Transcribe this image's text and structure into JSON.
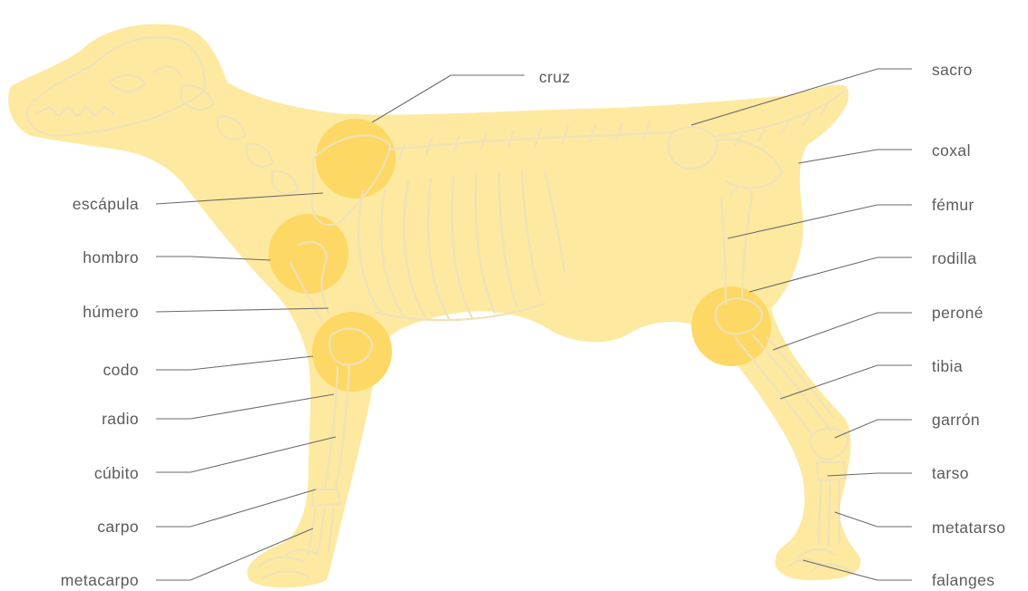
{
  "colors": {
    "silhouette": "#fde9a0",
    "joint": "#fdd864",
    "bone_outline": "#efe2b8",
    "label_text": "#5b5b5b",
    "leader_line": "#6a6a6a"
  },
  "labels": {
    "cruz": "cruz",
    "escapula": "escápula",
    "hombro": "hombro",
    "humero": "húmero",
    "codo": "codo",
    "radio": "radio",
    "cubito": "cúbito",
    "carpo": "carpo",
    "metacarpo": "metacarpo",
    "sacro": "sacro",
    "coxal": "coxal",
    "femur": "fémur",
    "rodilla": "rodilla",
    "perone": "peroné",
    "tibia": "tibia",
    "garron": "garrón",
    "tarso": "tarso",
    "metatarso": "metatarso",
    "falanges": "falanges"
  }
}
